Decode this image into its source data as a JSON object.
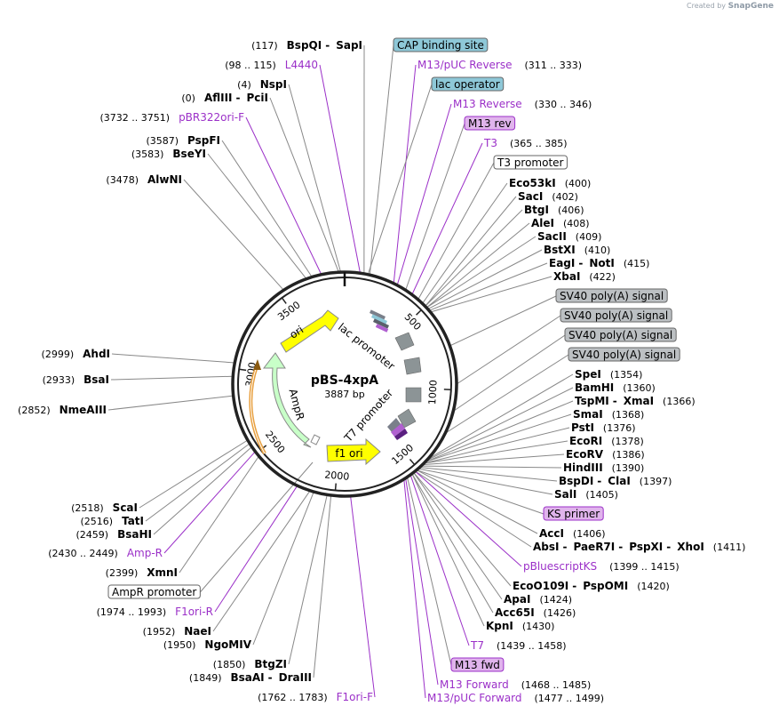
{
  "credit": {
    "prefix": "Created by",
    "brand": "SnapGene"
  },
  "plasmid": {
    "name": "pBS-4xpA",
    "length": "3887 bp"
  },
  "ticks": [
    "500",
    "1000",
    "1500",
    "2000",
    "2500",
    "3000",
    "3500"
  ],
  "inner_labels": {
    "ori": "ori",
    "lac_promoter": "lac promoter",
    "ampr": "AmpR",
    "t7_promoter": "T7 promoter",
    "f1_ori": "f1 ori"
  },
  "colors": {
    "site_line": "#888888",
    "primer": "#9b30c8",
    "ori_fill": "#ffff00",
    "ampr_fill": "#c8ffc8",
    "misc_fill": "#8c9496",
    "cap_fill": "#8ec8d8",
    "primer_box": "#e0b4ec"
  },
  "right_labels": [
    {
      "kind": "feature",
      "style": "cap",
      "text": "CAP binding site"
    },
    {
      "kind": "primer",
      "name": "M13/pUC Reverse",
      "range": "(311 .. 333)"
    },
    {
      "kind": "feature",
      "style": "cap",
      "text": "lac operator"
    },
    {
      "kind": "primer",
      "name": "M13 Reverse",
      "range": "(330 .. 346)"
    },
    {
      "kind": "feature",
      "style": "primerbox",
      "text": "M13 rev"
    },
    {
      "kind": "primer",
      "name": "T3",
      "range": "(365 .. 385)"
    },
    {
      "kind": "feature",
      "style": "white",
      "text": "T3 promoter"
    },
    {
      "kind": "site",
      "parts": [
        "Eco53kI"
      ],
      "pos": "(400)"
    },
    {
      "kind": "site",
      "parts": [
        "SacI"
      ],
      "pos": "(402)"
    },
    {
      "kind": "site",
      "parts": [
        "BtgI"
      ],
      "pos": "(406)"
    },
    {
      "kind": "site",
      "parts": [
        "AleI"
      ],
      "pos": "(408)"
    },
    {
      "kind": "site",
      "parts": [
        "SacII"
      ],
      "pos": "(409)"
    },
    {
      "kind": "site",
      "parts": [
        "BstXI"
      ],
      "pos": "(410)"
    },
    {
      "kind": "site",
      "parts": [
        "EagI",
        "NotI"
      ],
      "pos": "(415)"
    },
    {
      "kind": "site",
      "parts": [
        "XbaI"
      ],
      "pos": "(422)"
    },
    {
      "kind": "feature",
      "style": "gray",
      "text": "SV40 poly(A) signal"
    },
    {
      "kind": "feature",
      "style": "gray",
      "text": "SV40 poly(A) signal"
    },
    {
      "kind": "feature",
      "style": "gray",
      "text": "SV40 poly(A) signal"
    },
    {
      "kind": "feature",
      "style": "gray",
      "text": "SV40 poly(A) signal"
    },
    {
      "kind": "site",
      "parts": [
        "SpeI"
      ],
      "pos": "(1354)"
    },
    {
      "kind": "site",
      "parts": [
        "BamHI"
      ],
      "pos": "(1360)"
    },
    {
      "kind": "site",
      "parts": [
        "TspMI",
        "XmaI"
      ],
      "pos": "(1366)"
    },
    {
      "kind": "site",
      "parts": [
        "SmaI"
      ],
      "pos": "(1368)"
    },
    {
      "kind": "site",
      "parts": [
        "PstI"
      ],
      "pos": "(1376)"
    },
    {
      "kind": "site",
      "parts": [
        "EcoRI"
      ],
      "pos": "(1378)"
    },
    {
      "kind": "site",
      "parts": [
        "EcoRV"
      ],
      "pos": "(1386)"
    },
    {
      "kind": "site",
      "parts": [
        "HindIII"
      ],
      "pos": "(1390)"
    },
    {
      "kind": "site",
      "parts": [
        "BspDI",
        "ClaI"
      ],
      "pos": "(1397)"
    },
    {
      "kind": "site",
      "parts": [
        "SalI"
      ],
      "pos": "(1405)"
    },
    {
      "kind": "feature",
      "style": "primerbox",
      "text": "KS primer"
    },
    {
      "kind": "site",
      "parts": [
        "AccI"
      ],
      "pos": "(1406)"
    },
    {
      "kind": "site",
      "parts": [
        "AbsI",
        "PaeR7I",
        "PspXI",
        "XhoI"
      ],
      "pos": "(1411)"
    },
    {
      "kind": "primer",
      "name": "pBluescriptKS",
      "range": "(1399 .. 1415)"
    },
    {
      "kind": "site",
      "parts": [
        "EcoO109I",
        "PspOMI"
      ],
      "pos": "(1420)"
    },
    {
      "kind": "site",
      "parts": [
        "ApaI"
      ],
      "pos": "(1424)"
    },
    {
      "kind": "site",
      "parts": [
        "Acc65I"
      ],
      "pos": "(1426)"
    },
    {
      "kind": "site",
      "parts": [
        "KpnI"
      ],
      "pos": "(1430)"
    },
    {
      "kind": "primer",
      "name": "T7",
      "range": "(1439 .. 1458)"
    },
    {
      "kind": "feature",
      "style": "primerbox",
      "text": "M13 fwd"
    },
    {
      "kind": "primer",
      "name": "M13 Forward",
      "range": "(1468 .. 1485)"
    },
    {
      "kind": "primer",
      "name": "M13/pUC Forward",
      "range": "(1477 .. 1499)"
    }
  ],
  "left_labels": [
    {
      "kind": "site",
      "pos": "(117)",
      "parts": [
        "BspQI",
        "SapI"
      ]
    },
    {
      "kind": "primer",
      "range": "(98 .. 115)",
      "name": "L4440"
    },
    {
      "kind": "site",
      "pos": "(4)",
      "parts": [
        "NspI"
      ]
    },
    {
      "kind": "site",
      "pos": "(0)",
      "parts": [
        "AflIII",
        "PciI"
      ]
    },
    {
      "kind": "primer",
      "range": "(3732 .. 3751)",
      "name": "pBR322ori-F"
    },
    {
      "kind": "site",
      "pos": "(3587)",
      "parts": [
        "PspFI"
      ]
    },
    {
      "kind": "site",
      "pos": "(3583)",
      "parts": [
        "BseYI"
      ]
    },
    {
      "kind": "site",
      "pos": "(3478)",
      "parts": [
        "AlwNI"
      ]
    },
    {
      "kind": "site",
      "pos": "(2999)",
      "parts": [
        "AhdI"
      ]
    },
    {
      "kind": "site",
      "pos": "(2933)",
      "parts": [
        "BsaI"
      ]
    },
    {
      "kind": "site",
      "pos": "(2852)",
      "parts": [
        "NmeAIII"
      ]
    },
    {
      "kind": "site",
      "pos": "(2518)",
      "parts": [
        "ScaI"
      ]
    },
    {
      "kind": "site",
      "pos": "(2516)",
      "parts": [
        "TatI"
      ]
    },
    {
      "kind": "site",
      "pos": "(2459)",
      "parts": [
        "BsaHI"
      ]
    },
    {
      "kind": "primer",
      "range": "(2430 .. 2449)",
      "name": "Amp-R"
    },
    {
      "kind": "site",
      "pos": "(2399)",
      "parts": [
        "XmnI"
      ]
    },
    {
      "kind": "feature",
      "style": "white",
      "text": "AmpR promoter"
    },
    {
      "kind": "primer",
      "range": "(1974 .. 1993)",
      "name": "F1ori-R"
    },
    {
      "kind": "site",
      "pos": "(1952)",
      "parts": [
        "NaeI"
      ]
    },
    {
      "kind": "site",
      "pos": "(1950)",
      "parts": [
        "NgoMIV"
      ]
    },
    {
      "kind": "site",
      "pos": "(1850)",
      "parts": [
        "BtgZI"
      ]
    },
    {
      "kind": "site",
      "pos": "(1849)",
      "parts": [
        "BsaAI",
        "DraIII"
      ]
    },
    {
      "kind": "primer",
      "range": "(1762 .. 1783)",
      "name": "F1ori-F"
    }
  ]
}
